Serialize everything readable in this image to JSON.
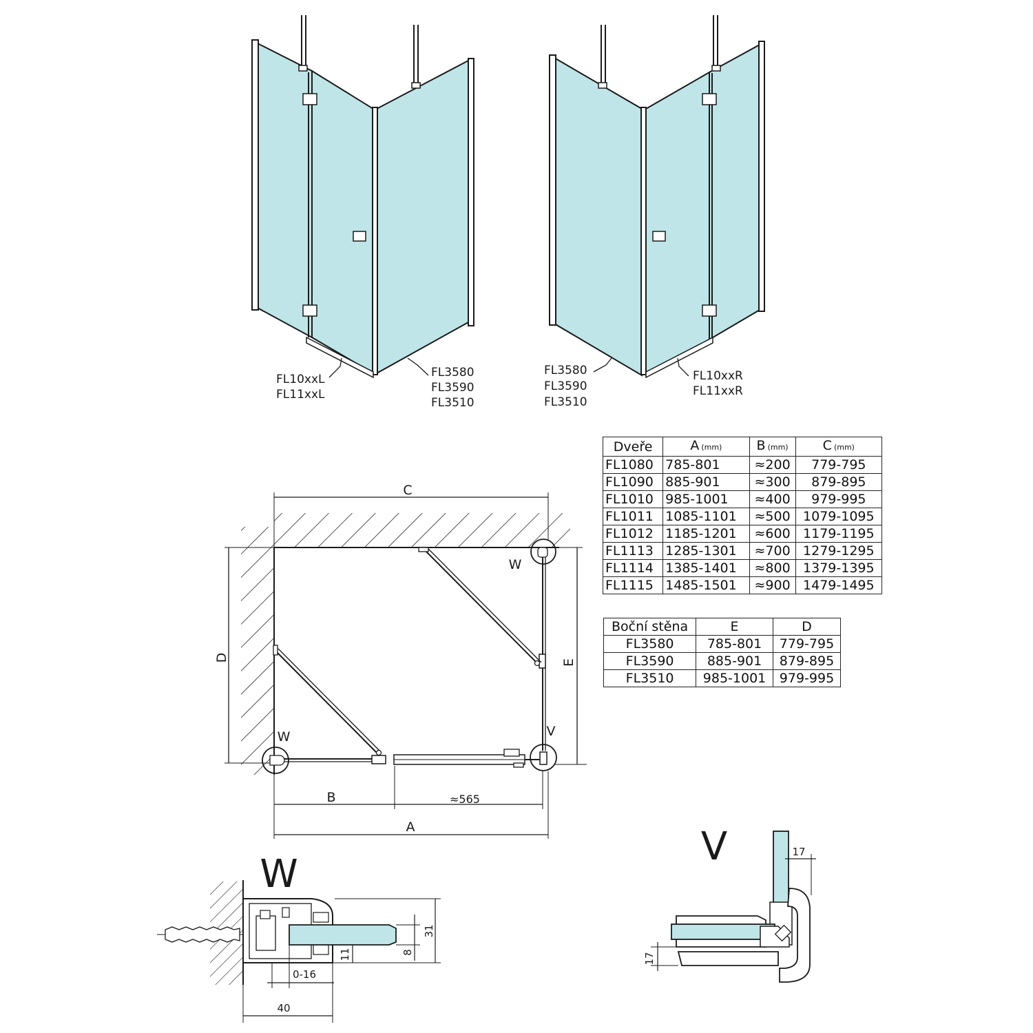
{
  "top_views": {
    "left_labels": {
      "door": [
        "FL10xxL",
        "FL11xxL"
      ],
      "side": [
        "FL3580",
        "FL3590",
        "FL3510"
      ]
    },
    "right_labels": {
      "side": [
        "FL3580",
        "FL3590",
        "FL3510"
      ],
      "door": [
        "FL10xxR",
        "FL11xxR"
      ]
    }
  },
  "plan": {
    "dim_c": "C",
    "dim_d": "D",
    "dim_e": "E",
    "dim_b": "B",
    "dim_565": "≈565",
    "dim_a": "A",
    "marker_w_top": "W",
    "marker_w_bottom": "W",
    "marker_v": "V"
  },
  "doors_table": {
    "headers": [
      {
        "label": "Dveře",
        "unit": ""
      },
      {
        "label": "A",
        "unit": "(mm)"
      },
      {
        "label": "B",
        "unit": "(mm)"
      },
      {
        "label": "C",
        "unit": "(mm)"
      }
    ],
    "rows": [
      [
        "FL1080",
        "785-801",
        "≈200",
        "779-795"
      ],
      [
        "FL1090",
        "885-901",
        "≈300",
        "879-895"
      ],
      [
        "FL1010",
        "985-1001",
        "≈400",
        "979-995"
      ],
      [
        "FL1011",
        "1085-1101",
        "≈500",
        "1079-1095"
      ],
      [
        "FL1012",
        "1185-1201",
        "≈600",
        "1179-1195"
      ],
      [
        "FL1113",
        "1285-1301",
        "≈700",
        "1279-1295"
      ],
      [
        "FL1114",
        "1385-1401",
        "≈800",
        "1379-1395"
      ],
      [
        "FL1115",
        "1485-1501",
        "≈900",
        "1479-1495"
      ]
    ]
  },
  "side_table": {
    "headers": [
      "Boční stěna",
      "E",
      "D"
    ],
    "rows": [
      [
        "FL3580",
        "785-801",
        "779-795"
      ],
      [
        "FL3590",
        "885-901",
        "879-895"
      ],
      [
        "FL3510",
        "985-1001",
        "979-995"
      ]
    ]
  },
  "detail_w": {
    "title": "W",
    "dim_31": "31",
    "dim_8": "8",
    "dim_11": "11",
    "dim_0_16": "0-16",
    "dim_40": "40"
  },
  "detail_v": {
    "title": "V",
    "dim_17_top": "17",
    "dim_17_left": "17"
  },
  "colors": {
    "glass": "#bfe5e8",
    "line": "#1a1a1a"
  }
}
